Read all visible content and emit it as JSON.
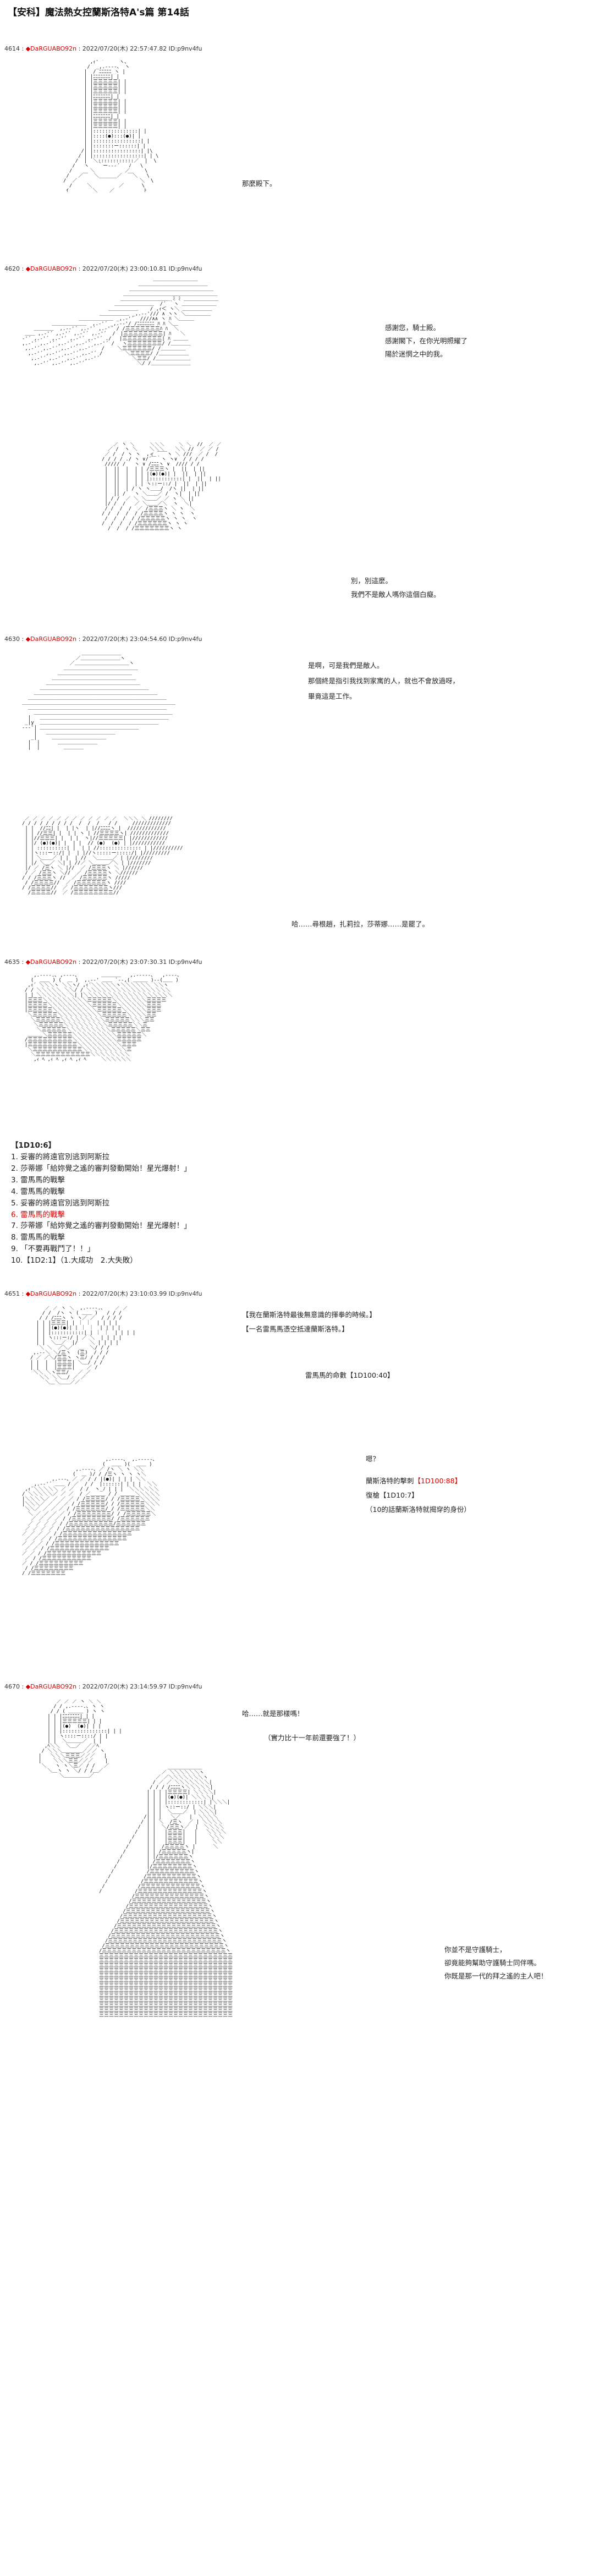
{
  "page": {
    "title": "【安科】魔法熱女控蘭斯洛特A's篇 第14話"
  },
  "posts": [
    {
      "number": "4614 :",
      "diamond": "◆",
      "name": "DaRGUABO92n",
      "meta": ": 2022/07/20(木) 22:57:47.82 ID:p9nv4fu"
    },
    {
      "number": "4620 :",
      "diamond": "◆",
      "name": "DaRGUABO92n",
      "meta": ": 2022/07/20(木) 23:00:10.81 ID:p9nv4fu"
    },
    {
      "number": "4630 :",
      "diamond": "◆",
      "name": "DaRGUABO92n",
      "meta": ": 2022/07/20(木) 23:04:54.60 ID:p9nv4fu"
    },
    {
      "number": "4635 :",
      "diamond": "◆",
      "name": "DaRGUABO92n",
      "meta": ": 2022/07/20(木) 23:07:30.31 ID:p9nv4fu"
    },
    {
      "number": "4651 :",
      "diamond": "◆",
      "name": "DaRGUABO92n",
      "meta": ": 2022/07/20(木) 23:10:03.99 ID:p9nv4fu"
    },
    {
      "number": "4670 :",
      "diamond": "◆",
      "name": "DaRGUABO92n",
      "meta": ": 2022/07/20(木) 23:14:59.97 ID:p9nv4fu"
    }
  ],
  "dialogue": {
    "p1_line1": "那麼殿下。",
    "p2_line1": "感謝您，騎士殿。",
    "p2_line2": "感謝閣下，在你光明照耀了",
    "p2_line3": "陽於迷惘之中的我。",
    "p2_line4": "別，別這麼。",
    "p2_line5": "我們不是敵人嗎你這個白癡。",
    "p3_line1": "是啊，可是我們是敵人。",
    "p3_line2": "那個終是指引我找到家寓的人，就也不會放過呀，",
    "p3_line3": "畢竟這是工作。",
    "p3_line4": "哈……尋根趙，扎莉拉，莎蒂娜……是罷了。"
  },
  "list": {
    "header": "【1D10:6】",
    "items": [
      "1. 妥審的將遠官別逃到阿斯拉",
      "2. 莎蒂娜「給妳覺之遙的審判發動開始！星光爆射！」",
      "3. 雷馬馬的戰擊",
      "4. 雷馬馬的戰擊",
      "5. 妥審的將遠官別逃到阿斯拉",
      "6. 雷馬馬的戰擊",
      "7. 莎蒂娜「給妳覺之遙的審判發動開始！星光爆射！」",
      "8. 雷馬馬的戰擊",
      "9. 「不要再戰鬥了！！」",
      "10.【1D2:1】（1.大成功　2.大失敗）"
    ],
    "highlight_index": 5
  },
  "p5": {
    "line1": "【我在蘭斯洛特最後無意識的揮拳的時候。】",
    "line2": "【一名雷馬馬憑空抵達蘭斯洛特。】",
    "roll_label": "雷馬馬的命數【1D100:40】",
    "line3": "嗯？",
    "line4_prefix": "蘭斯洛特的擊刺",
    "line4_roll": "【1D100:88】",
    "line5": "復槍【1D10:7】",
    "line6": "（10的話蘭斯洛特就揭穿的身份）"
  },
  "p6": {
    "line1": "哈……就是那樣嗎！",
    "line2": "（實力比十一年前還要強了！）",
    "line3": "你並不是守護騎士，",
    "line4": "卻竟能夠幫助守護騎士同伴嗎。",
    "line5": "你既是那一代的拜之遙的主人吧！"
  },
  "colors": {
    "accent_red": "#d40000",
    "text": "#222222",
    "background": "#ffffff"
  }
}
